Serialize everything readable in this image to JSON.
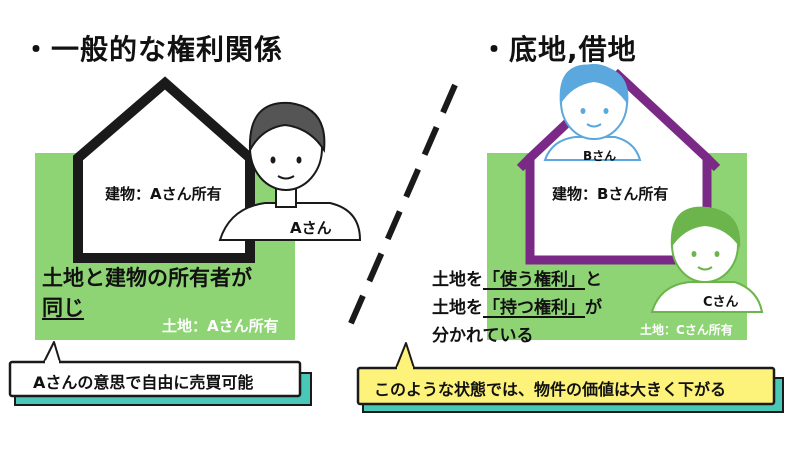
{
  "colors": {
    "green": "#8ed474",
    "ink": "#1a1a1a",
    "purple": "#7a2a86",
    "blue_person": "#5aa8de",
    "green_person": "#6bb54c",
    "yellow": "#fdf27a",
    "stripe": "#49c7b7"
  },
  "left": {
    "heading": "・一般的な権利関係",
    "building_label": "建物：Aさん所有",
    "person_label": "Aさん",
    "main_text_line1": "土地と建物の所有者が",
    "main_text_line2": "同じ",
    "land_label": "土地：Aさん所有",
    "callout": "Aさんの意思で自由に売買可能"
  },
  "right": {
    "heading": "・底地,借地",
    "person_b_label": "Bさん",
    "building_label": "建物：Bさん所有",
    "person_c_label": "Cさん",
    "line1_prefix": "土地を",
    "line1_emph": "「使う権利」",
    "line1_suffix": "と",
    "line2_prefix": "土地を",
    "line2_emph": "「持つ権利」",
    "line2_suffix": "が",
    "line3": "分かれている",
    "land_label": "土地：Cさん所有",
    "callout": "このような状態では、物件の価値は大きく下がる"
  }
}
